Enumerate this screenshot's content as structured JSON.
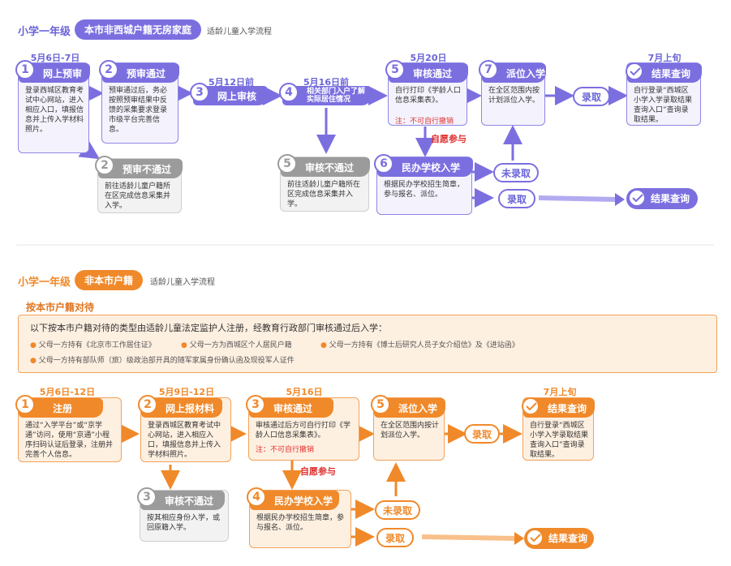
{
  "colors": {
    "purple": "#7b6fe0",
    "orange": "#f0892a",
    "gray": "#9b9b9b",
    "red": "#e03030"
  },
  "top": {
    "grade": "小学一年级",
    "category": "本市非西城户籍无房家庭",
    "subtitle": "适龄儿童入学流程",
    "steps": [
      {
        "date": "5月6日-7日",
        "num": "1",
        "title": "网上预审",
        "body": "登录西城区教育考试中心网站，进入相应入口，填报信息并上传入学材料照片。"
      },
      {
        "date": "",
        "num": "2",
        "title": "预审通过",
        "body": "预审通过后，务必按照预审结果中反馈的采集要求登录市级平台完善信息。"
      },
      {
        "date": "5月12日前",
        "num": "3",
        "title": "网上审核",
        "body": ""
      },
      {
        "date": "5月16日前",
        "num": "4",
        "title": "相关部门入户了解实际居住情况",
        "body": ""
      },
      {
        "date": "5月20日",
        "num": "5",
        "title": "审核通过",
        "body": "自行打印《学龄人口信息采集表》。",
        "warn": "注：不可自行撤销"
      },
      {
        "date": "",
        "num": "7",
        "title": "派位入学",
        "body": "在全区范围内按计划派位入学。"
      },
      {
        "date": "7月上旬",
        "num": "",
        "title": "结果查询",
        "body": "自行登录“西城区小学入学录取结果查询入口”查询录取结果。"
      }
    ],
    "fail2": {
      "num": "2",
      "title": "预审不通过",
      "body": "前往适龄儿童户籍所在区完成信息采集并入学。"
    },
    "fail5": {
      "num": "5",
      "title": "审核不通过",
      "body": "前往适龄儿童户籍所在区完成信息采集并入学。"
    },
    "private": {
      "num": "6",
      "title": "民办学校入学",
      "body": "根据民办学校招生简章，参与报名、派位。"
    },
    "self_join": "自愿参与",
    "admit": "录取",
    "not_admit": "未录取",
    "admit2": "录取",
    "result2": "结果查询"
  },
  "bottom": {
    "grade": "小学一年级",
    "category": "非本市户籍",
    "subtitle": "适龄儿童入学流程",
    "treat_title": "按本市户籍对待",
    "treat_intro": "以下按本市户籍对待的类型由适龄儿童法定监护人注册，经教育行政部门审核通过后入学：",
    "treat_items": [
      "父母一方持有《北京市工作居住证》",
      "父母一方为西城区个人居民户籍",
      "父母一方持有《博士后研究人员子女介绍信》及《进站函》",
      "父母一方持有部队师（旅）级政治部开具的随军家属身份确认函及现役军人证件"
    ],
    "steps": [
      {
        "date": "5月6日-12日",
        "num": "1",
        "title": "注册",
        "body": "通过“入学平台”或“京学通”访问，使用“京通”小程序扫码认证后登录，注册并完善个人信息。"
      },
      {
        "date": "5月9日-12日",
        "num": "2",
        "title": "网上报材料",
        "body": "登录西城区教育考试中心网站，进入相应入口，填报信息并上传入学材料照片。"
      },
      {
        "date": "5月16日",
        "num": "3",
        "title": "审核通过",
        "body": "审核通过后方可自行打印《学龄人口信息采集表》。",
        "warn": "注：不可自行撤销"
      },
      {
        "date": "",
        "num": "5",
        "title": "派位入学",
        "body": "在全区范围内按计划派位入学。"
      },
      {
        "date": "7月上旬",
        "num": "",
        "title": "结果查询",
        "body": "自行登录“西城区小学入学录取结果查询入口”查询录取结果。"
      }
    ],
    "fail3": {
      "num": "3",
      "title": "审核不通过",
      "body": "按其相应身份入学，或回原籍入学。"
    },
    "private": {
      "num": "4",
      "title": "民办学校入学",
      "body": "根据民办学校招生简章，参与报名、派位。"
    },
    "self_join": "自愿参与",
    "admit": "录取",
    "not_admit": "未录取",
    "admit2": "录取",
    "result2": "结果查询"
  }
}
